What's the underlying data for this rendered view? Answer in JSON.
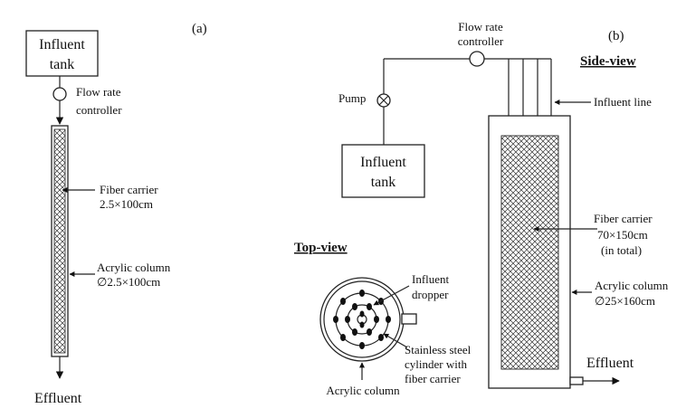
{
  "panel_a": {
    "label": "(a)",
    "influent_tank": [
      "Influent",
      "tank"
    ],
    "flow_controller": [
      "Flow rate",
      "controller"
    ],
    "fiber_carrier": [
      "Fiber carrier",
      "2.5×100cm"
    ],
    "acrylic_column": [
      "Acrylic column",
      "∅2.5×100cm"
    ],
    "effluent": "Effluent"
  },
  "panel_b": {
    "label": "(b)",
    "flow_controller": [
      "Flow rate",
      "controller"
    ],
    "side_view": "Side-view",
    "pump": "Pump",
    "influent_line": "Influent line",
    "influent_tank": [
      "Influent",
      "tank"
    ],
    "fiber_carrier": [
      "Fiber carrier",
      "70×150cm",
      "(in total)"
    ],
    "acrylic_column": [
      "Acrylic column",
      "∅25×160cm"
    ],
    "effluent": "Effluent",
    "top_view": "Top-view",
    "influent_dropper": [
      "Influent",
      "dropper"
    ],
    "steel_cylinder": [
      "Stainless steel",
      "cylinder with",
      "fiber carrier"
    ],
    "top_acrylic_column": "Acrylic column"
  }
}
